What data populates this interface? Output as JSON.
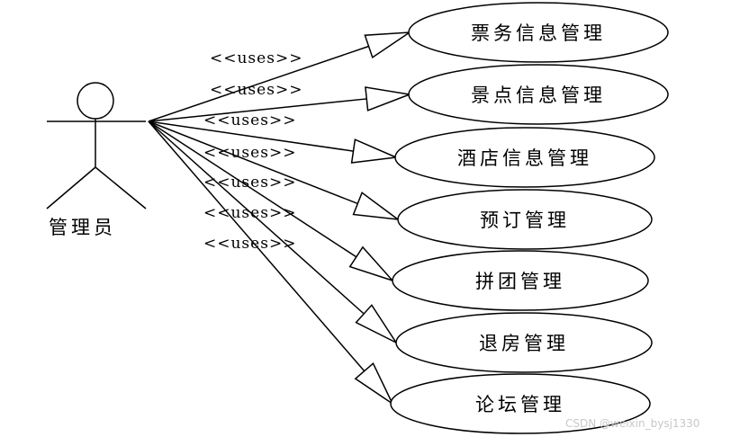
{
  "actor": {
    "label": "管理员"
  },
  "stereotype": "<<uses>>",
  "use_cases": [
    {
      "label": "票务信息管理"
    },
    {
      "label": "景点信息管理"
    },
    {
      "label": "酒店信息管理"
    },
    {
      "label": "预订管理"
    },
    {
      "label": "拼团管理"
    },
    {
      "label": "退房管理"
    },
    {
      "label": "论坛管理"
    }
  ],
  "watermark": "CSDN @weixin_bysj1330",
  "colors": {
    "line": "#000000",
    "background": "#ffffff"
  }
}
